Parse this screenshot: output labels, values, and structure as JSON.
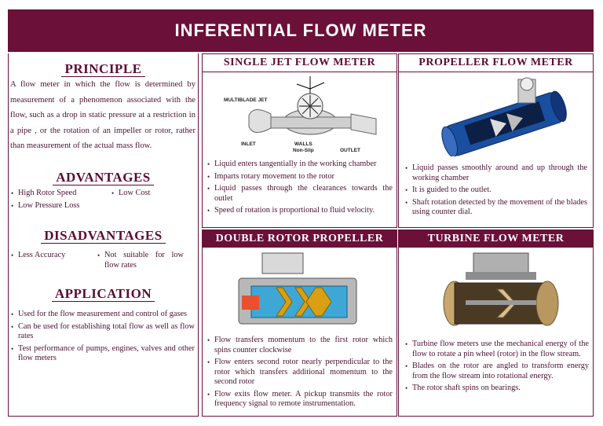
{
  "title": "INFERENTIAL FLOW METER",
  "principle": {
    "heading": "PRINCIPLE",
    "text": "A flow meter in which the flow is determined by measurement of a phenomenon associated with the flow, such as a drop in static pressure at a restriction in a pipe , or the rotation of an impeller or rotor, rather than measurement of the actual mass flow."
  },
  "advantages": {
    "heading": "ADVANTAGES",
    "items": [
      "High Rotor Speed",
      "Low Cost",
      "Low Pressure Loss"
    ]
  },
  "disadvantages": {
    "heading": "DISADVANTAGES",
    "items": [
      "Less Accuracy",
      "Not suitable for low flow rates"
    ]
  },
  "application": {
    "heading": "APPLICATION",
    "items": [
      "Used for the flow measurement and control of gases",
      "Can be used for establishing total flow as well as flow rates",
      "Test performance of pumps, engines, valves and other flow meters"
    ]
  },
  "single_jet": {
    "heading": "SINGLE JET FLOW METER",
    "diagram_labels": {
      "multiblade": "MULTIBLADE JET",
      "inlet": "INLET",
      "walls": "WALLS",
      "nonslip": "Non-Slip",
      "outlet": "OUTLET"
    },
    "items": [
      "Liquid enters tangentially in the working chamber",
      "Imparts rotary movement to the rotor",
      "Liquid passes through the clearances towards the outlet",
      "Speed of rotation is proportional to fluid velocity."
    ]
  },
  "propeller": {
    "heading": "PROPELLER FLOW METER",
    "items": [
      "Liquid passes smoothly around and up through the working chamber",
      "It is guided to the outlet.",
      "Shaft rotation detected by the movement of the blades using counter dial."
    ]
  },
  "double_rotor": {
    "heading": "DOUBLE ROTOR PROPELLER",
    "items": [
      "Flow transfers momentum to the first rotor which spins counter clockwise",
      "Flow enters second rotor nearly perpendicular to the rotor which transfers additional momentum to the second rotor",
      "Flow exits flow meter. A pickup transmits the rotor frequency signal to remote instrumentation."
    ]
  },
  "turbine": {
    "heading": "TURBINE FLOW METER",
    "items": [
      "Turbine flow meters use the mechanical energy of the flow to rotate a pin wheel (rotor) in the flow stream.",
      "Blades on the rotor are angled to transform energy from the flow stream into rotational energy.",
      "The rotor shaft spins on bearings."
    ]
  },
  "colors": {
    "accent": "#6b1039",
    "text": "#4a1030"
  }
}
